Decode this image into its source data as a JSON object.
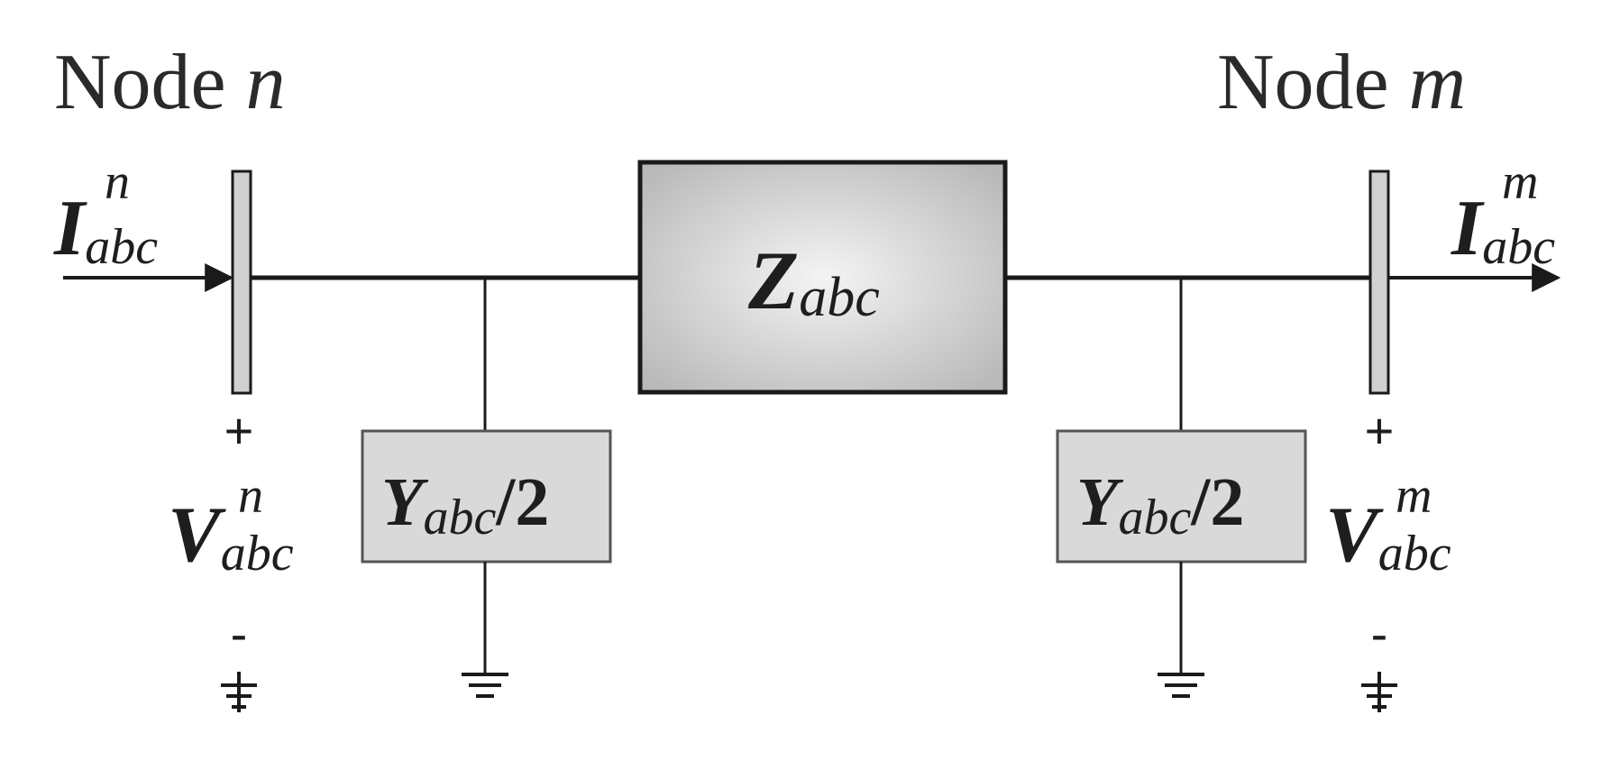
{
  "node_n": {
    "label": "Node ",
    "var": "n"
  },
  "node_m": {
    "label": "Node ",
    "var": "m"
  },
  "current_n": {
    "symbol": "I",
    "sub": "abc",
    "sup": "n"
  },
  "current_m": {
    "symbol": "I",
    "sub": "abc",
    "sup": "m"
  },
  "voltage_n": {
    "plus": "+",
    "symbol": "V",
    "sub": "abc",
    "sup": "n",
    "minus": "-"
  },
  "voltage_m": {
    "plus": "+",
    "symbol": "V",
    "sub": "abc",
    "sup": "m",
    "minus": "-"
  },
  "impedance": {
    "symbol": "Z",
    "sub": "abc"
  },
  "shunt_left": {
    "symbol": "Y",
    "sub": "abc",
    "suffix": "/2"
  },
  "shunt_right": {
    "symbol": "Y",
    "sub": "abc",
    "suffix": "/2"
  },
  "colors": {
    "line": "#1a1a1a",
    "box_fill": "#d9d9d9",
    "box_highlight": "#f4f4f4",
    "bus_fill": "#d0d0d0"
  }
}
